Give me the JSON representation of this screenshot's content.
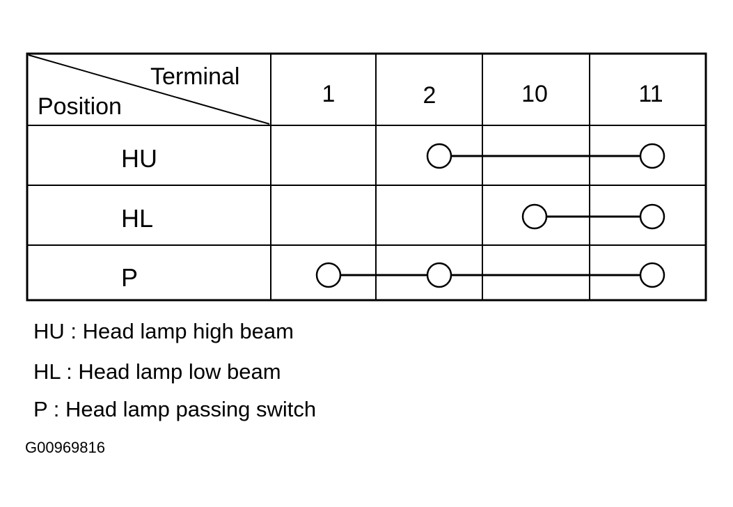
{
  "table": {
    "header_terminal": "Terminal",
    "header_position": "Position",
    "terminals": [
      "1",
      "2",
      "10",
      "11"
    ],
    "rows": [
      {
        "position": "HU",
        "connected_terminals": [
          "2",
          "11"
        ]
      },
      {
        "position": "HL",
        "connected_terminals": [
          "10",
          "11"
        ]
      },
      {
        "position": "P",
        "connected_terminals": [
          "1",
          "2",
          "11"
        ]
      }
    ]
  },
  "legend": [
    "HU : Head lamp high beam",
    "HL : Head lamp low beam",
    "P : Head lamp passing switch"
  ],
  "figure_id": "G00969816"
}
